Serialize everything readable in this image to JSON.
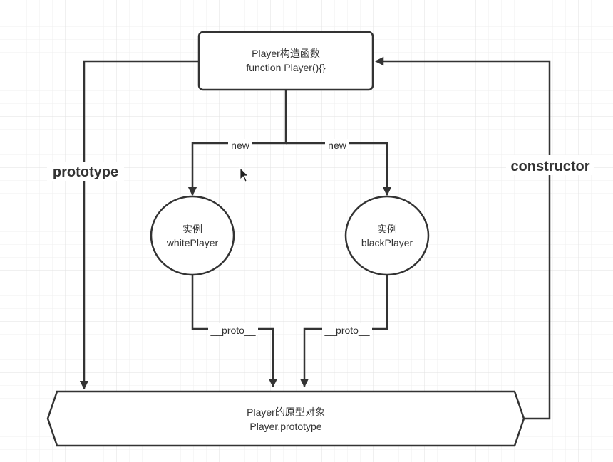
{
  "nodes": {
    "constructor_box": {
      "line1": "Player构造函数",
      "line2": "function Player(){}"
    },
    "white_instance": {
      "line1": "实例",
      "line2": "whitePlayer"
    },
    "black_instance": {
      "line1": "实例",
      "line2": "blackPlayer"
    },
    "prototype_object": {
      "line1": "Player的原型对象",
      "line2": "Player.prototype"
    }
  },
  "edges": {
    "new_left": "new",
    "new_right": "new",
    "proto_left": "__proto__",
    "proto_right": "__proto__",
    "prototype": "prototype",
    "constructor": "constructor"
  },
  "colors": {
    "line": "#333333",
    "grid": "#e6e6e6",
    "background": "#ffffff"
  }
}
